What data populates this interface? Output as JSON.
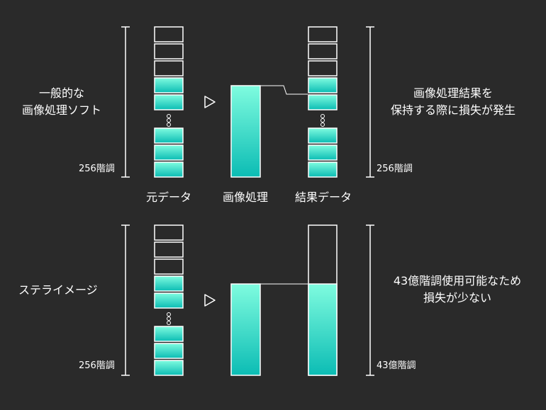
{
  "colors": {
    "background": "#2a2a2a",
    "line": "#ffffff",
    "fill_top": "#7ffcdf",
    "fill_bottom": "#0bbcb4"
  },
  "top": {
    "left_label": [
      "一般的な",
      "画像処理ソフト"
    ],
    "left_level": "256階調",
    "right_label": [
      "画像処理結果を",
      "保持する際に損失が発生"
    ],
    "right_level": "256階調",
    "arrow_icon": "play-outline-icon"
  },
  "captions": {
    "source": "元データ",
    "process": "画像処理",
    "result": "結果データ"
  },
  "bottom": {
    "left_label": "ステライメージ",
    "left_level": "256階調",
    "right_label": [
      "43億階調使用可能なため",
      "損失が少ない"
    ],
    "right_level": "43億階調",
    "arrow_icon": "play-outline-icon"
  }
}
